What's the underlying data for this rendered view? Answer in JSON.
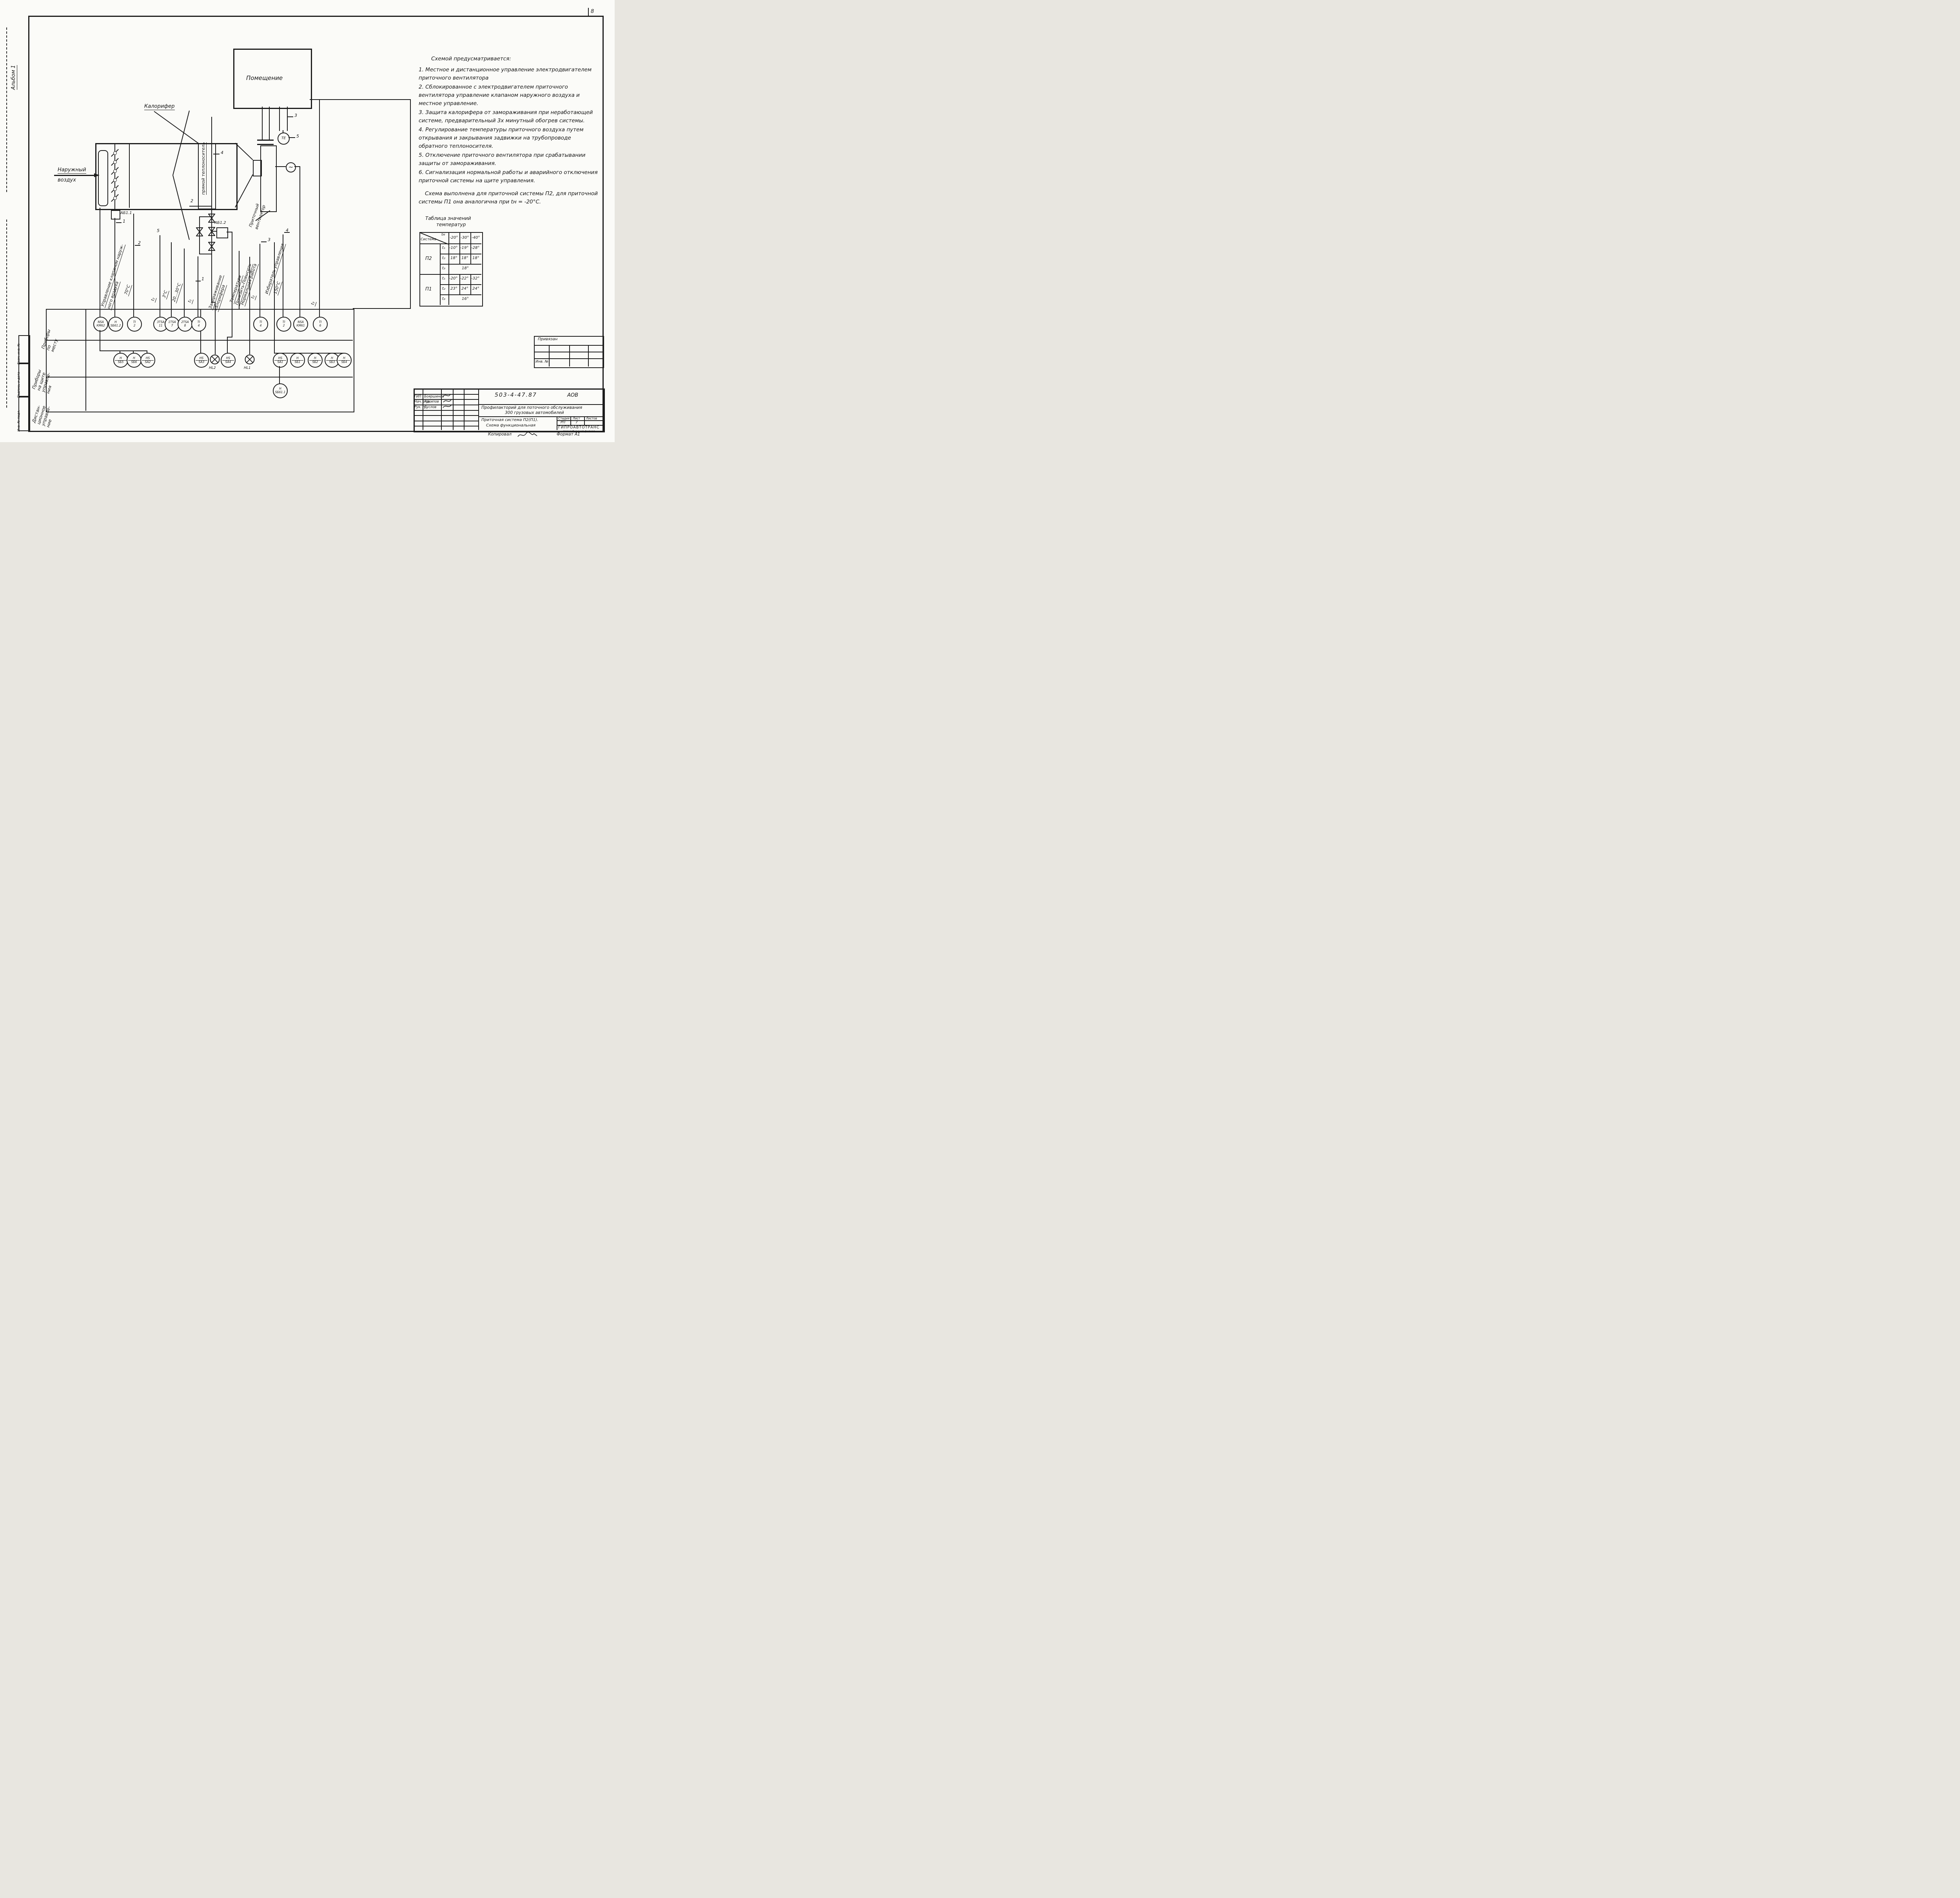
{
  "margins": {
    "album": "Альбом 1",
    "corner_mark": "8",
    "stamps": [
      "Взам. инв. №",
      "Подпись и дата",
      "Инв. № подл."
    ],
    "copied": "Копировал",
    "format": "Формат А1"
  },
  "equipment": {
    "room": "Помещение",
    "heater": "Калорифер",
    "outdoor1": "Наружный",
    "outdoor2": "воздух",
    "supply_pipe": "прямой теплоноситель",
    "fan1": "Приточный",
    "fan2": "вентилятор",
    "te": "ТЕ",
    "motor": "~",
    "ab11": "АБ1.1",
    "ab12": "АБ1.2"
  },
  "wires": {
    "damper1": "Управление клапаном наруж-",
    "damper2": "ного воздуха",
    "deg70": "70°C",
    "t2a": "t₂",
    "deg3": "3°C",
    "deg2030": "20...30°C",
    "t1": "t₁",
    "freeze1": "Замораживание",
    "freeze2": "калорифера",
    "temper1": "Температура",
    "temper2": "Понизить-Повысить",
    "normal": "Нормальная работа",
    "selector": "Избиратель управления",
    "deg150": "150°C",
    "t2b": "t₂",
    "t3": "t₃",
    "n1a": "1",
    "n1b": "1",
    "n2a": "2",
    "n2b": "2",
    "n3a": "3",
    "n3b": "3",
    "n4a": "4",
    "n4b": "4",
    "n5a": "5",
    "n5b": "5"
  },
  "band": {
    "row1": [
      "Приборы",
      "по",
      "месту"
    ],
    "row2": [
      "Приборы",
      "на щите",
      "управле-",
      "ния"
    ],
    "row3": [
      "Дистан-",
      "ционное",
      "управле-",
      "ние"
    ]
  },
  "local": [
    {
      "t": "NSA",
      "b": "КМ62"
    },
    {
      "t": "Н",
      "b": "SБ61.2"
    },
    {
      "t": "ТI",
      "b": "2"
    },
    {
      "t": "3TSA",
      "b": "11"
    },
    {
      "t": "1TSA",
      "b": "7"
    },
    {
      "t": "2TSA",
      "b": "8"
    },
    {
      "t": "ТI",
      "b": "4"
    },
    {
      "t": "ТI",
      "b": "4"
    },
    {
      "t": "ТI",
      "b": "2"
    },
    {
      "t": "NSA",
      "b": "КМ61"
    },
    {
      "t": "ТI",
      "b": "6"
    }
  ],
  "panel": [
    {
      "t": "Н",
      "b": "SБ5"
    },
    {
      "t": "Н",
      "b": "SБ6"
    },
    {
      "t": "НS",
      "b": "SА2"
    },
    {
      "t": "НS",
      "b": "SА3"
    },
    {
      "t": "НS",
      "b": "SА4"
    },
    {
      "t": "НS",
      "b": "SА1"
    },
    {
      "t": "Н",
      "b": "SБ1"
    },
    {
      "t": "Н",
      "b": "SБ2"
    },
    {
      "t": "Н",
      "b": "SБ3"
    },
    {
      "t": "Н",
      "b": "SБ4"
    }
  ],
  "lamps": {
    "hl1": "НL1",
    "hl2": "НL2"
  },
  "remote": {
    "t": "Н",
    "b": "SБ61.1"
  },
  "notes": {
    "title": "Схемой предусматривается:",
    "items": [
      "1. Местное и дистанционное управление электродвигателем приточного вентилятора",
      "2. Сблокированное с электродвигателем приточного вентилятора управление клапаном наружного воздуха и местное управление.",
      "3. Защита калорифера от замораживания при неработающей системе, предварительный 3х минутный обогрев системы.",
      "4. Регулирование температуры приточного воздуха путем открывания и закрывания задвижки на трубопроводе обратного теплоносителя.",
      "5. Отключение приточного вентилятора при срабатывании защиты от замораживания.",
      "6. Сигнализация нормальной работы и аварийного отключения приточной системы на щите управления."
    ],
    "footer": "Схема выполнена для приточной системы П2, для приточной системы П1 она аналогична при tн = -20°С."
  },
  "temp_table": {
    "title1": "Таблица значений",
    "title2": "температур",
    "corner_top": "tн",
    "corner_bottom": "Система",
    "col_headers": [
      "-20°",
      "-30°",
      "-40°"
    ],
    "groups": [
      {
        "system": "П2",
        "rows": [
          {
            "param": "t₁",
            "values": [
              "-10°",
              "-19°",
              "-28°"
            ]
          },
          {
            "param": "t₂",
            "values": [
              "18°",
              "18°",
              "18°"
            ]
          },
          {
            "param": "t₃",
            "span": "18°"
          }
        ]
      },
      {
        "system": "П1",
        "rows": [
          {
            "param": "t₁",
            "values": [
              "-20°",
              "-22°",
              "-32°"
            ]
          },
          {
            "param": "t₂",
            "values": [
              "23°",
              "24°",
              "24°"
            ]
          },
          {
            "param": "t₃",
            "span": "16°"
          }
        ]
      }
    ]
  },
  "attach": {
    "title": "Привязан",
    "inv": "Инв. №"
  },
  "title_block": {
    "doc_number": "503-4-47.87",
    "mark": "АОВ",
    "project_line1": "Профилакторий для поточного обслуживания",
    "project_line2": "300 грузовых автомобилей",
    "sheet_title_line1": "Приточная система П2(П1).",
    "sheet_title_line2": "Схема функциональная",
    "stage_header": "Стадия",
    "sheet_header": "Лист",
    "sheets_header": "Листов",
    "stage": "РП",
    "sheet_no": "7",
    "org_line1": "ГИПРОАВТОТРАНС",
    "org_line2": "Новосибирский филиал",
    "roles": [
      {
        "role": "ГИП",
        "name": "Бояршинов"
      },
      {
        "role": "Нач. отд.",
        "name": "Архипов"
      },
      {
        "role": "Рук. гр.",
        "name": "Суслов"
      }
    ]
  }
}
